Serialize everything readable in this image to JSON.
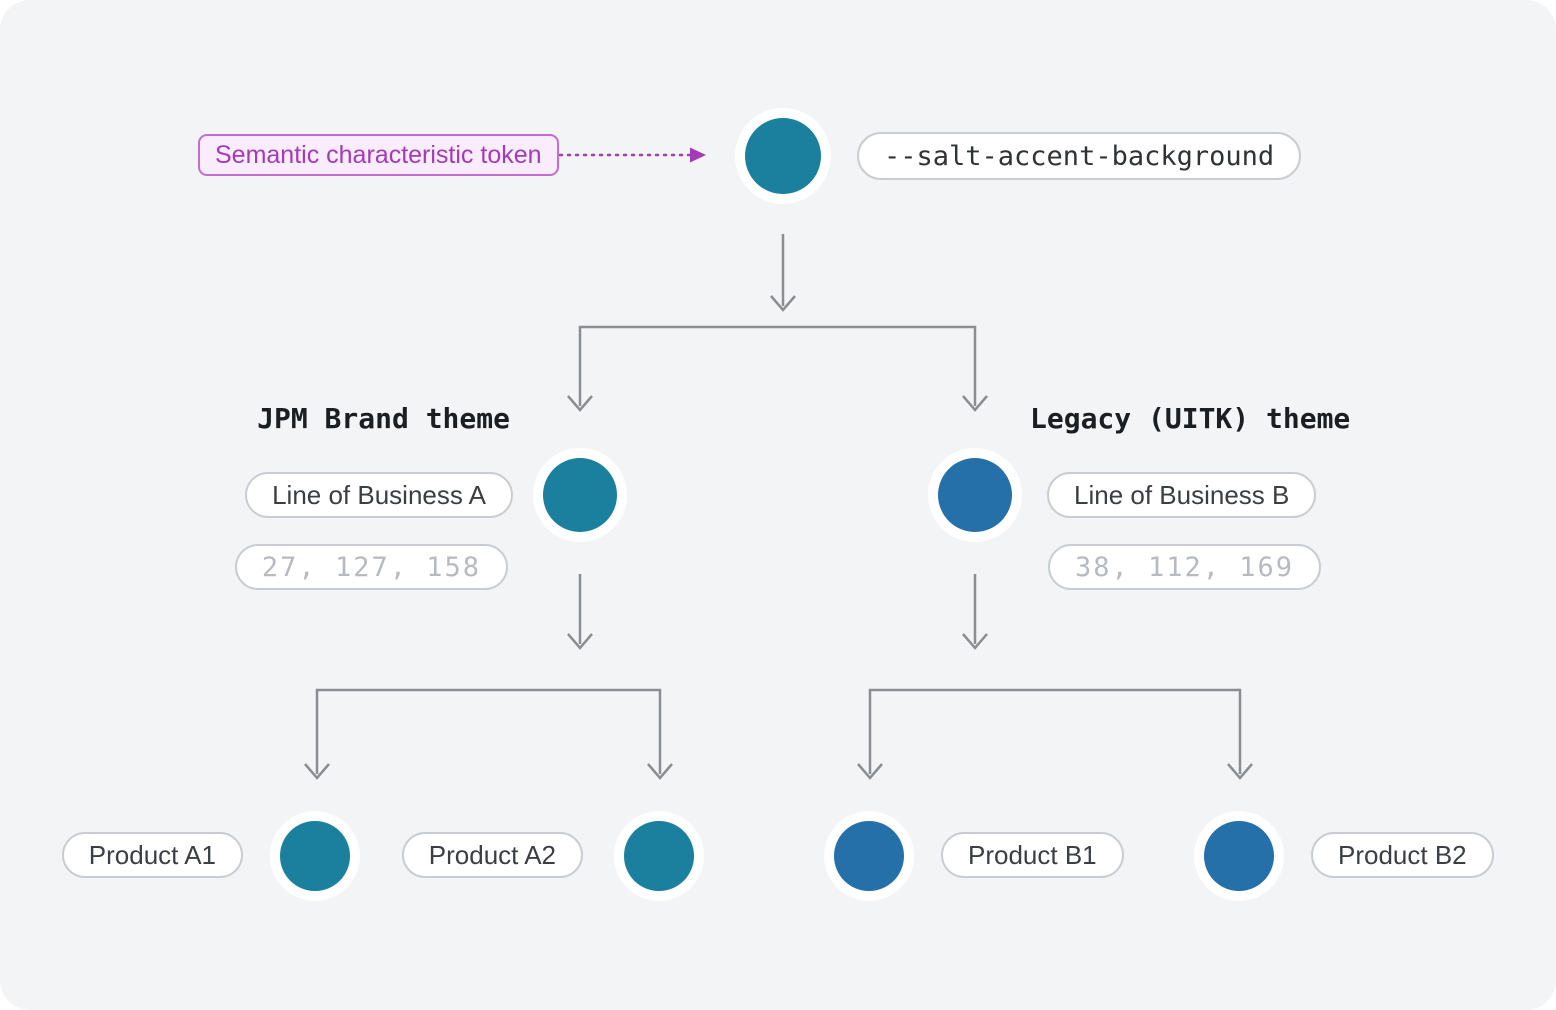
{
  "colors": {
    "canvas_bg": "#f2f4f6",
    "teal": "#1b7f9e",
    "blue": "#2670a9",
    "purple": "#a43ab8",
    "purple_bg": "#f9edfc",
    "arrow": "#8b8e91",
    "pill_border": "#c9cdd1",
    "pill_text": "#3b3e42",
    "muted_text": "#b7bbbf"
  },
  "annotation": {
    "label": "Semantic characteristic token"
  },
  "root": {
    "token": "--salt-accent-background"
  },
  "branches": {
    "left": {
      "theme_label": "JPM Brand theme",
      "lob_label": "Line of Business A",
      "rgb_value": "27, 127, 158",
      "products": [
        "Product A1",
        "Product A2"
      ]
    },
    "right": {
      "theme_label": "Legacy (UITK) theme",
      "lob_label": "Line of Business B",
      "rgb_value": "38, 112, 169",
      "products": [
        "Product B1",
        "Product B2"
      ]
    }
  }
}
